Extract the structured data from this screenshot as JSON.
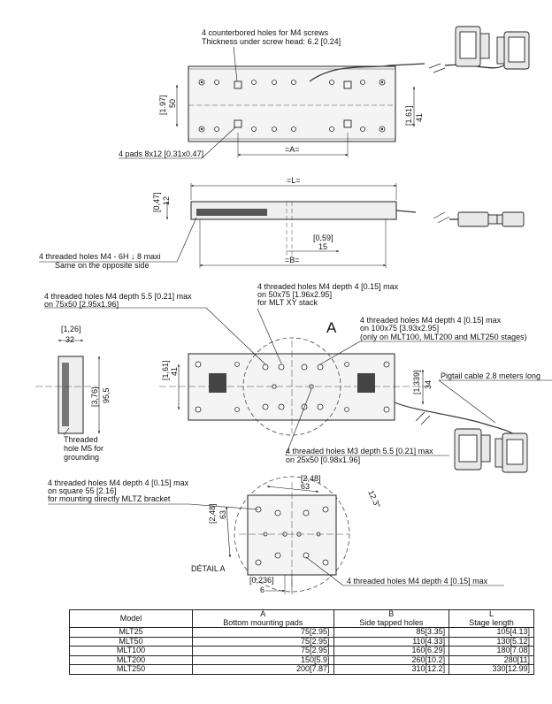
{
  "top_view": {
    "counterbore_note_1": "4 counterbored holes for M4 screws",
    "counterbore_note_2": "Thickness under screw head: 6.2 [0.24]",
    "dim_height": "50",
    "dim_height_in": "[1.97]",
    "dim_pad_spacing": "41",
    "dim_pad_spacing_in": "[1.61]",
    "pads_note": "4 pads 8x12 [0.31x0.47]",
    "dim_A": "=A="
  },
  "side_view": {
    "dim_L": "=L=",
    "dim_thickness": "12",
    "dim_thickness_in": "[0,47]",
    "dim_15_in": "[0,59]",
    "dim_15": "15",
    "dim_B": "=B=",
    "threaded_note_1": "4 threaded holes M4 - 6H ↓ 8 maxi",
    "threaded_note_2": "Same on the opposite side"
  },
  "plan_view": {
    "note_75x50_1": "4 threaded holes M4 depth 5.5 [0.21] max",
    "note_75x50_2": "on 75x50 [2.95x1.96]",
    "note_50x75_1": "4 threaded holes M4 depth 4 [0.15] max",
    "note_50x75_2": "on 50x75 [1.96x2.95]",
    "note_50x75_3": "for MLT XY stack",
    "detail_letter": "A",
    "note_100x75_1": "4 threaded holes M4 depth 4 [0.15] max",
    "note_100x75_2": "on 100x75 [3.93x2.95]",
    "note_100x75_3": "(only on MLT100, MLT200 and MLT250 stages)",
    "dim_41_in": "[1,61]",
    "dim_41": "41",
    "dim_34_in": "[1,339]",
    "dim_34": "34",
    "pigtail_note": "Pigtail cable 2.8 meters long",
    "note_m3_1": "4 threaded holes M3 depth 5.5 [0.21] max",
    "note_m3_2": "on 25x50 [0.98x1.96]"
  },
  "end_view": {
    "dim_32_in": "[1,26]",
    "dim_32": "32",
    "dim_95_in": "[3,76]",
    "dim_95": "95,5",
    "ground_note_1": "Threaded",
    "ground_note_2": "hole M5 for",
    "ground_note_3": "grounding"
  },
  "detail_view": {
    "square_note_1": "4 threaded holes M4 depth 4 [0.15] max",
    "square_note_2": "on square 55 [2.16]",
    "square_note_3": "for mounting directly MLTZ bracket",
    "dim_63_top_in": "[2,48]",
    "dim_63_top": "63",
    "dim_63_left_in": "[2,48]",
    "dim_63_left": "63",
    "dim_angle": "12.3°",
    "title": "DÉTAIL A",
    "dim_6_in": "[0,236]",
    "dim_6": "6",
    "bottom_note": "4 threaded holes M4 depth 4 [0.15] max"
  },
  "table": {
    "headers": [
      {
        "top": "Model",
        "bottom": ""
      },
      {
        "top": "A",
        "bottom": "Bottom mounting pads"
      },
      {
        "top": "B",
        "bottom": "Side tapped holes"
      },
      {
        "top": "L",
        "bottom": "Stage length"
      }
    ],
    "rows": [
      [
        "MLT25",
        "75[2.95]",
        "85[3.35]",
        "105[4.13]"
      ],
      [
        "MLT50",
        "75[2.95]",
        "110[4.33]",
        "130[5.12]"
      ],
      [
        "MLT100",
        "75[2.95]",
        "160[6.29]",
        "180[7.08]"
      ],
      [
        "MLT200",
        "150[5.9]",
        "260[10.2]",
        "280[11]"
      ],
      [
        "MLT250",
        "200[7.87]",
        "310[12.2]",
        "330[12.99]"
      ]
    ]
  }
}
